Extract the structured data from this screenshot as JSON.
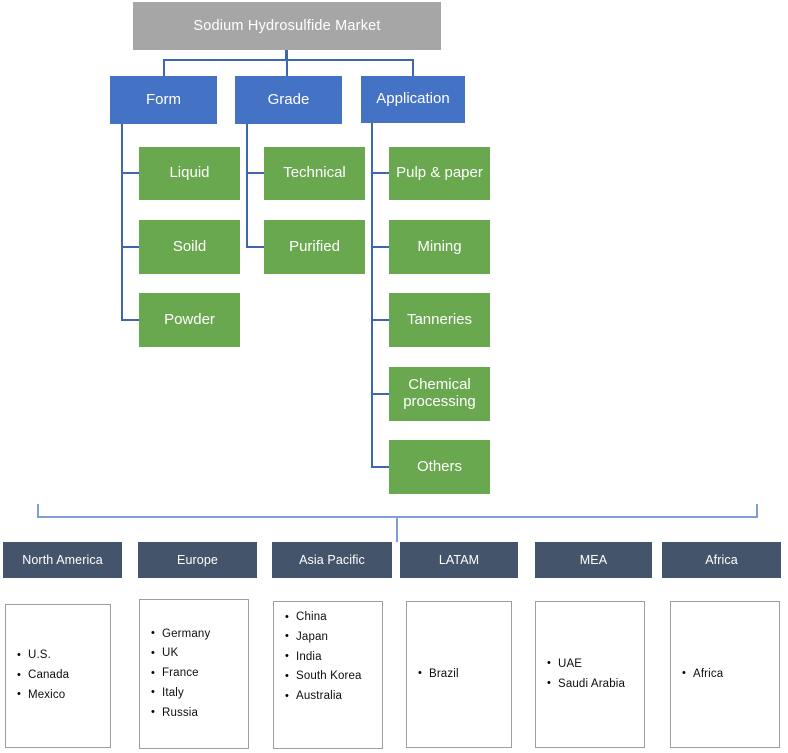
{
  "diagram": {
    "type": "tree-segmentation-diagram",
    "title": "Sodium Hydrosulfide Market",
    "colors": {
      "title_box": "#a6a6a6",
      "category_box": "#4472c4",
      "subcategory_box": "#6aa84f",
      "region_box": "#44546a",
      "connector_line": "#3f66b0",
      "brace_line": "#7f9fd4",
      "list_border": "#9aa0a6",
      "text_on_fill": "#ffffff",
      "list_text": "#0d0d0d"
    },
    "categories": [
      {
        "label": "Form",
        "items": [
          {
            "label": "Liquid"
          },
          {
            "label": "Soild"
          },
          {
            "label": "Powder"
          }
        ]
      },
      {
        "label": "Grade",
        "items": [
          {
            "label": "Technical"
          },
          {
            "label": "Purified"
          }
        ]
      },
      {
        "label": "Application",
        "items": [
          {
            "label": "Pulp & paper"
          },
          {
            "label": "Mining"
          },
          {
            "label": "Tanneries"
          },
          {
            "label": "Chemical processing"
          },
          {
            "label": "Others"
          }
        ]
      }
    ],
    "regions": [
      {
        "label": "North America",
        "countries": [
          "U.S.",
          "Canada",
          "Mexico"
        ]
      },
      {
        "label": "Europe",
        "countries": [
          "Germany",
          "UK",
          "France",
          "Italy",
          "Russia"
        ]
      },
      {
        "label": "Asia Pacific",
        "countries": [
          "China",
          "Japan",
          "India",
          "South Korea",
          "Australia"
        ]
      },
      {
        "label": "LATAM",
        "countries": [
          "Brazil"
        ]
      },
      {
        "label": "MEA",
        "countries": [
          "UAE",
          "Saudi Arabia"
        ]
      },
      {
        "label": "Africa",
        "countries": [
          "Africa"
        ]
      }
    ]
  }
}
